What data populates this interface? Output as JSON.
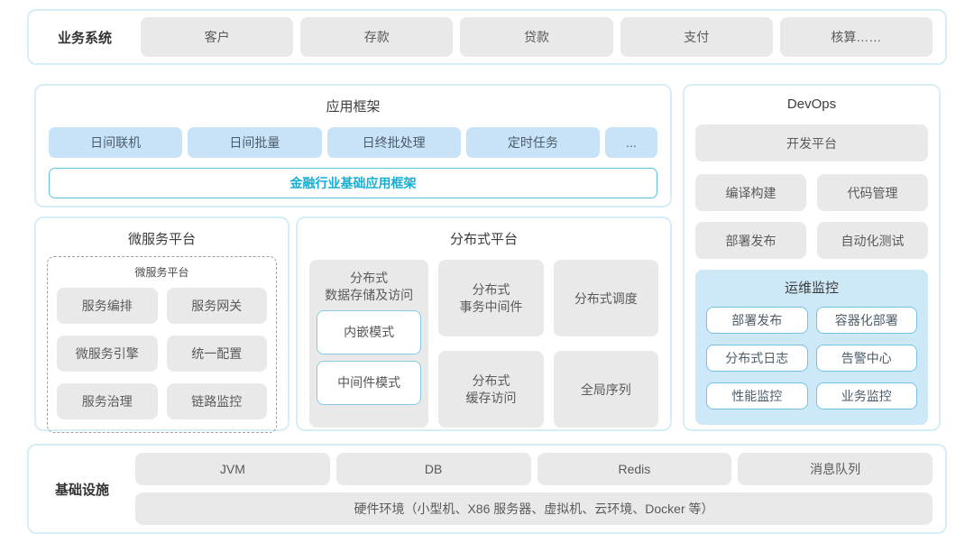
{
  "business_systems": {
    "label": "业务系统",
    "items": [
      "客户",
      "存款",
      "贷款",
      "支付",
      "核算……"
    ]
  },
  "app_framework": {
    "title": "应用框架",
    "items": [
      "日间联机",
      "日间批量",
      "日终批处理",
      "定时任务",
      "..."
    ],
    "base_framework": "金融行业基础应用框架"
  },
  "microservice_platform": {
    "title": "微服务平台",
    "inner_title": "微服务平台",
    "items": [
      "服务编排",
      "服务网关",
      "微服务引擎",
      "统一配置",
      "服务治理",
      "链路监控"
    ]
  },
  "distributed_platform": {
    "title": "分布式平台",
    "storage": {
      "label": "分布式\n数据存储及访问",
      "modes": [
        "内嵌模式",
        "中间件模式"
      ]
    },
    "transaction": "分布式\n事务中间件",
    "scheduling": "分布式调度",
    "cache": "分布式\n缓存访问",
    "sequence": "全局序列"
  },
  "devops": {
    "title": "DevOps",
    "dev_platform": "开发平台",
    "items": [
      "编译构建",
      "代码管理",
      "部署发布",
      "自动化测试"
    ],
    "monitoring": {
      "title": "运维监控",
      "items": [
        "部署发布",
        "容器化部署",
        "分布式日志",
        "告警中心",
        "性能监控",
        "业务监控"
      ]
    }
  },
  "infrastructure": {
    "label": "基础设施",
    "items": [
      "JVM",
      "DB",
      "Redis",
      "消息队列"
    ],
    "hardware": "硬件环境（小型机、X86 服务器、虚拟机、云环境、Docker 等）"
  },
  "colors": {
    "panel_border": "#d6eef5",
    "gray_box_bg": "#e9e9e9",
    "blue_box_bg": "#c8e3f7",
    "accent_cyan_text": "#18aed3",
    "accent_cyan_border": "#5ac5dd",
    "monitor_panel_bg": "#cde9f8",
    "monitor_box_border": "#74c3e6"
  }
}
